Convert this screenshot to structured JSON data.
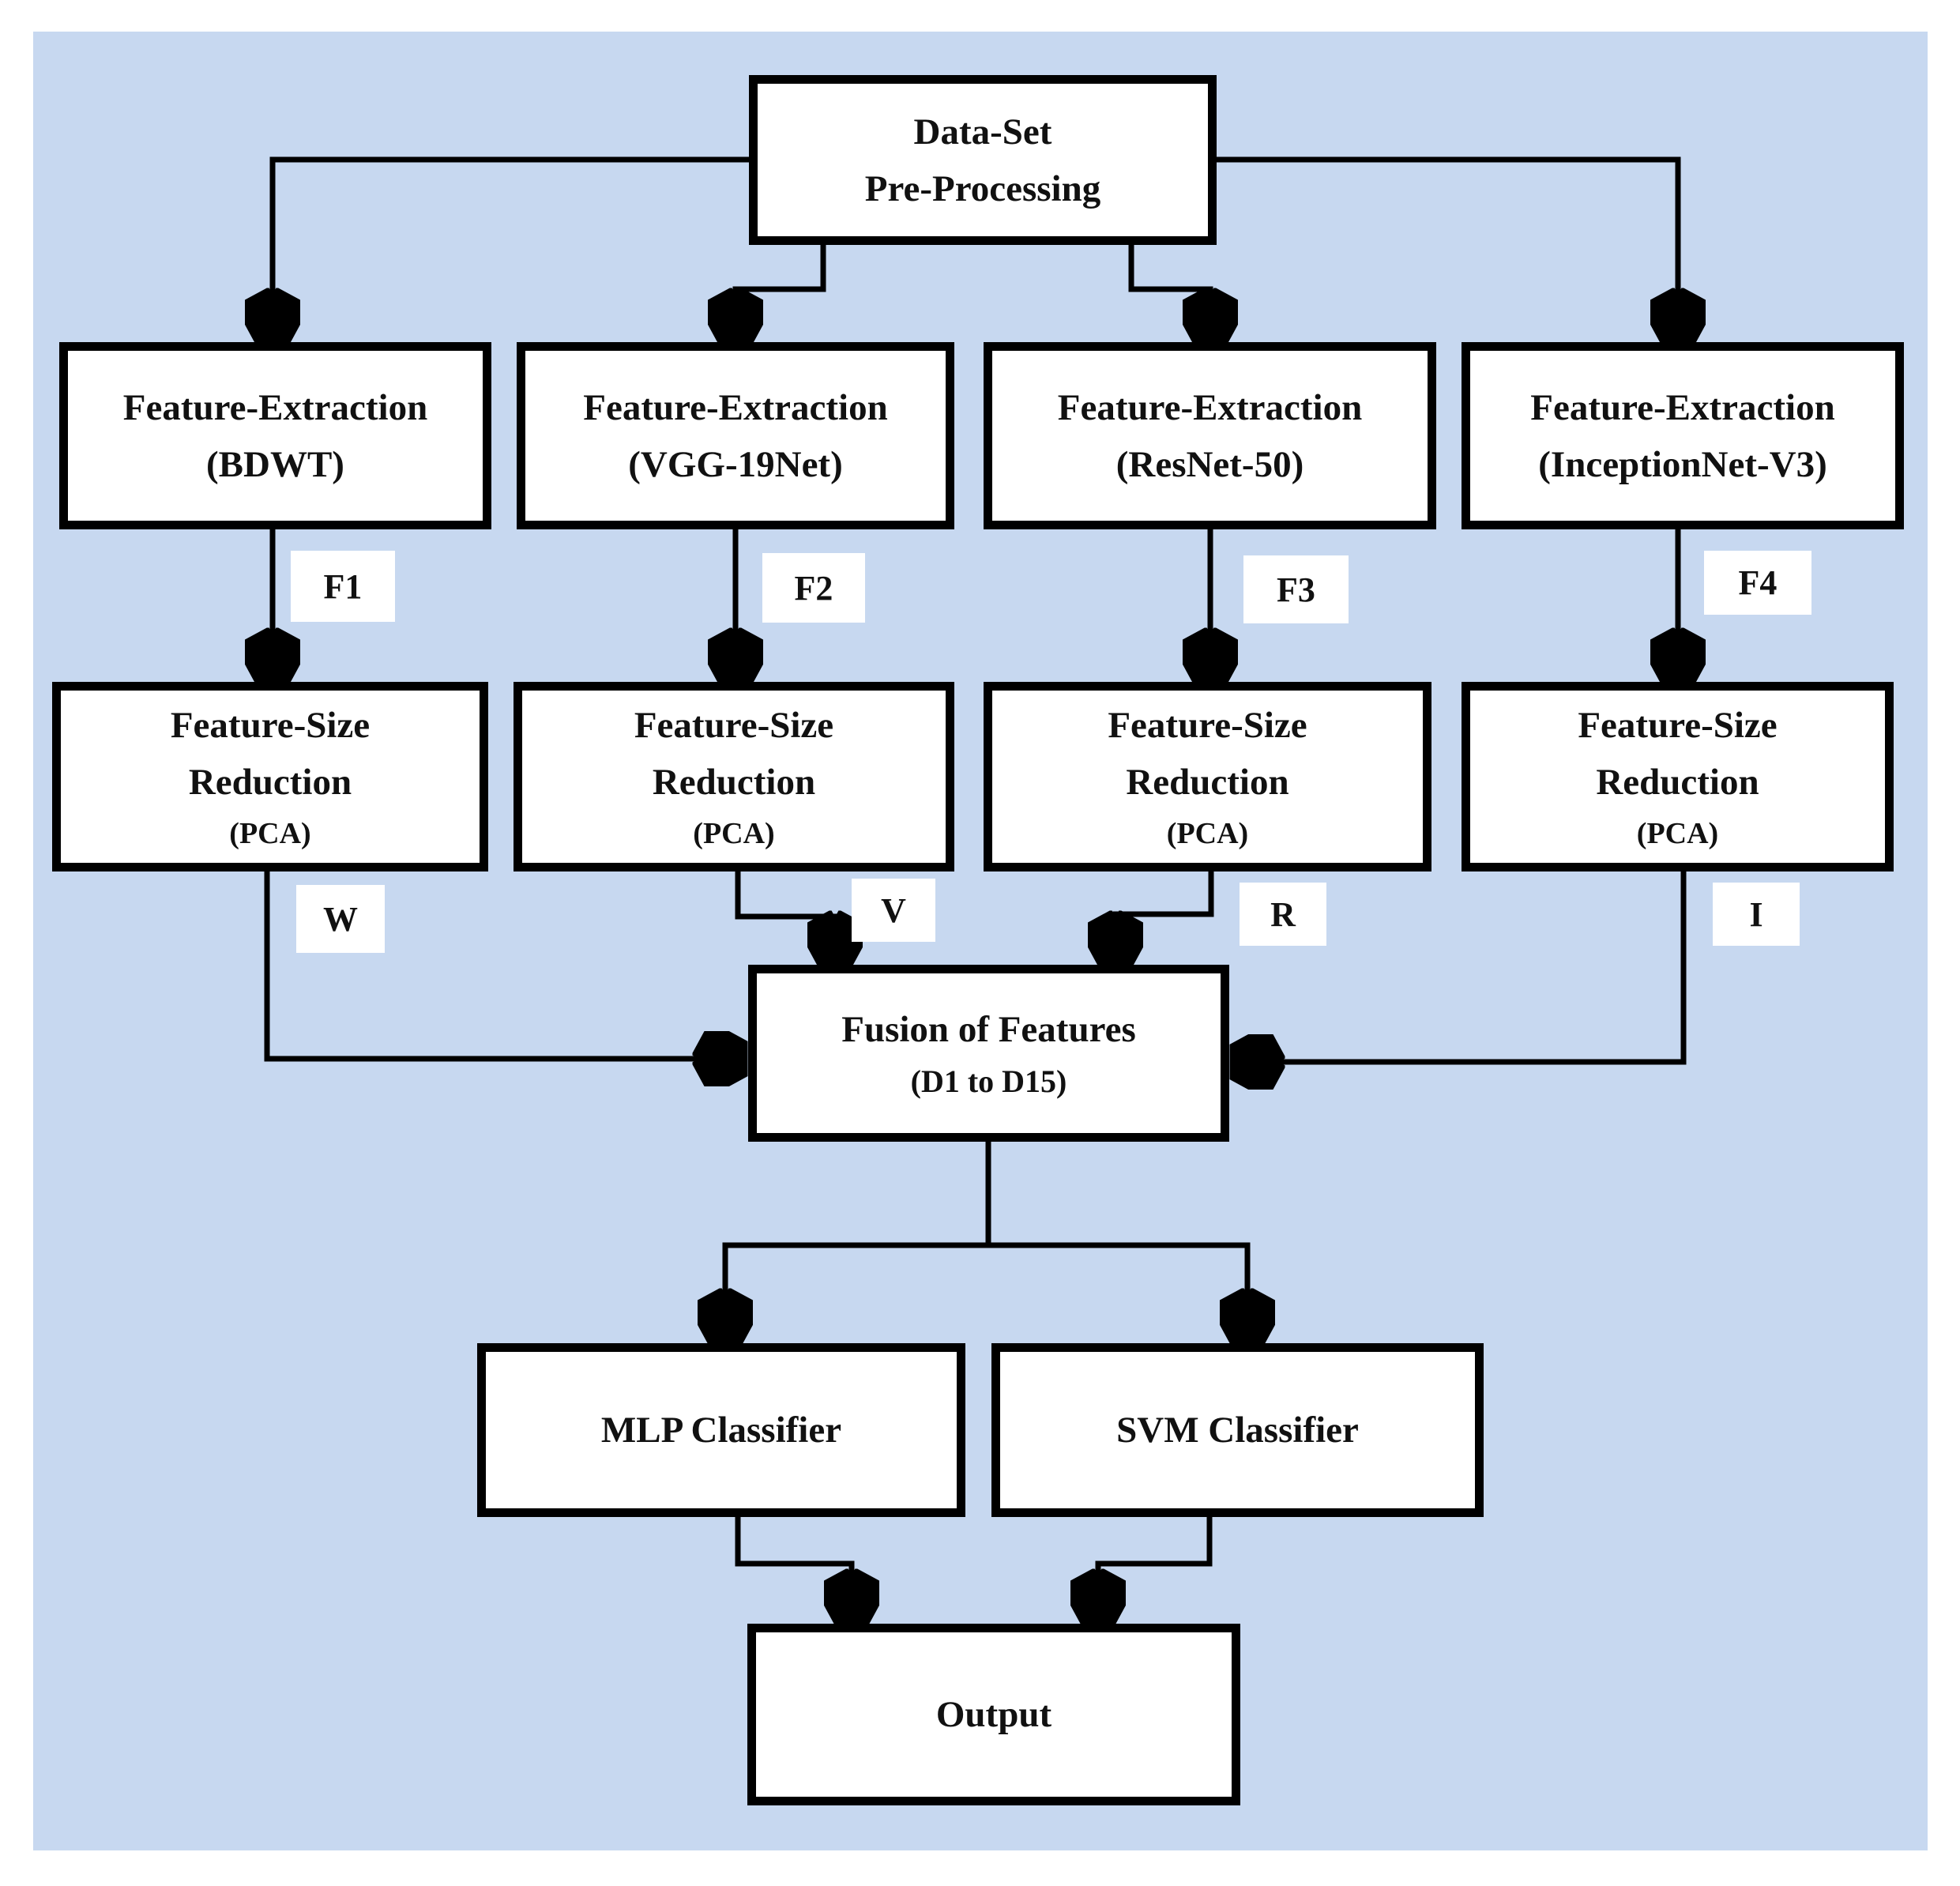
{
  "palette": {
    "page_bg": "#ffffff",
    "panel_bg": "#c7d8f0",
    "box_bg": "#ffffff",
    "stroke": "#000000",
    "text": "#111111"
  },
  "nodes": {
    "preprocessing": {
      "line1": "Data-Set",
      "line2": "Pre-Processing"
    },
    "extraction": [
      {
        "line1": "Feature-Extraction",
        "line2": "(BDWT)"
      },
      {
        "line1": "Feature-Extraction",
        "line2": "(VGG-19Net)"
      },
      {
        "line1": "Feature-Extraction",
        "line2": "(ResNet-50)"
      },
      {
        "line1": "Feature-Extraction",
        "line2": "(InceptionNet-V3)"
      }
    ],
    "reduction": [
      {
        "line1": "Feature-Size",
        "line2": "Reduction",
        "line3": "(PCA)"
      },
      {
        "line1": "Feature-Size",
        "line2": "Reduction",
        "line3": "(PCA)"
      },
      {
        "line1": "Feature-Size",
        "line2": "Reduction",
        "line3": "(PCA)"
      },
      {
        "line1": "Feature-Size",
        "line2": "Reduction",
        "line3": "(PCA)"
      }
    ],
    "fusion": {
      "line1": "Fusion of Features",
      "line2": "(D1 to D15)"
    },
    "classifiers": [
      {
        "label": "MLP Classifier"
      },
      {
        "label": "SVM Classifier"
      }
    ],
    "output": {
      "label": "Output"
    }
  },
  "edge_labels": {
    "f1": "F1",
    "f2": "F2",
    "f3": "F3",
    "f4": "F4",
    "w": "W",
    "v": "V",
    "r": "R",
    "i": "I"
  }
}
